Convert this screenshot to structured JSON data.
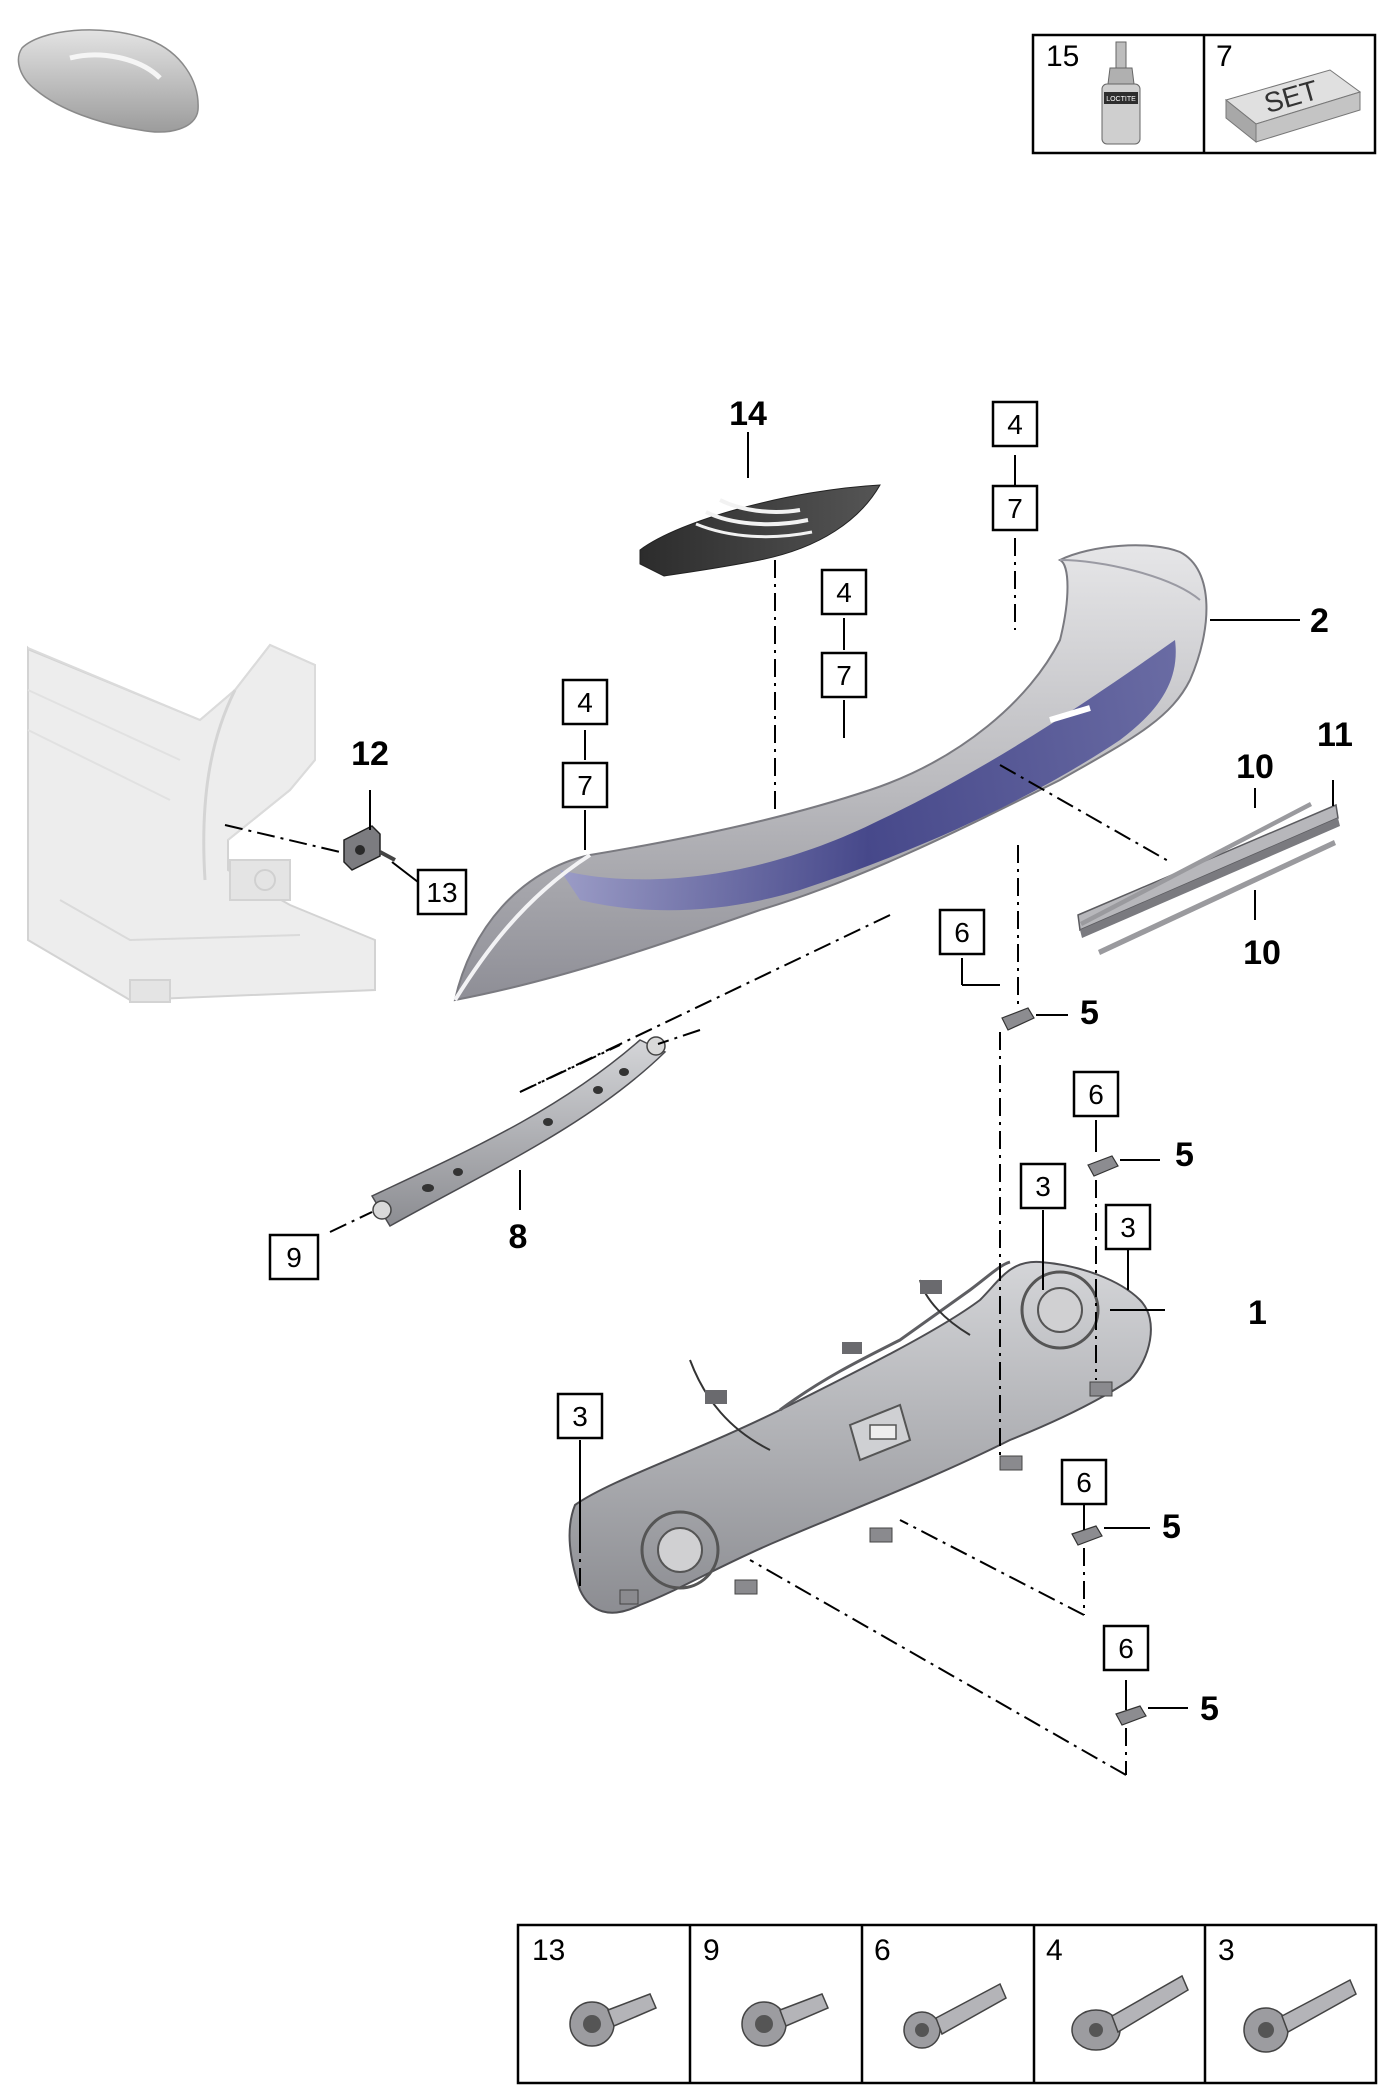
{
  "top_legend": {
    "cells": [
      {
        "number": "15",
        "icon": "adhesive-bottle-icon",
        "bottle_label": "LOCTITE"
      },
      {
        "number": "7",
        "icon": "set-box-icon",
        "box_label": "SET"
      }
    ]
  },
  "bottom_legend": {
    "cells": [
      {
        "number": "13",
        "icon": "bolt-short-flange-icon"
      },
      {
        "number": "9",
        "icon": "bolt-short-flange-icon"
      },
      {
        "number": "6",
        "icon": "bolt-medium-icon"
      },
      {
        "number": "4",
        "icon": "bolt-long-washer-icon"
      },
      {
        "number": "3",
        "icon": "bolt-long-flange-icon"
      }
    ]
  },
  "callouts": {
    "c4a": "4",
    "c7a": "7",
    "c4b": "4",
    "c7b": "7",
    "c4c": "4",
    "c7c": "7",
    "c6a": "6",
    "c6b": "6",
    "c6c": "6",
    "c6d": "6",
    "c3a": "3",
    "c3b": "3",
    "c3c": "3",
    "c9": "9",
    "c13": "13"
  },
  "part_labels": {
    "p14": "14",
    "p2": "2",
    "p11": "11",
    "p10a": "10",
    "p10b": "10",
    "p12": "12",
    "p5a": "5",
    "p5b": "5",
    "p5c": "5",
    "p5d": "5",
    "p8": "8",
    "p1": "1"
  },
  "colors": {
    "spoiler_body": "#c9c9cc",
    "spoiler_shadow": "#4b4d8f",
    "frame_metal": "#a8a9ad",
    "ghost_body": "#e8e8e8",
    "film": "#3d3d3d"
  }
}
